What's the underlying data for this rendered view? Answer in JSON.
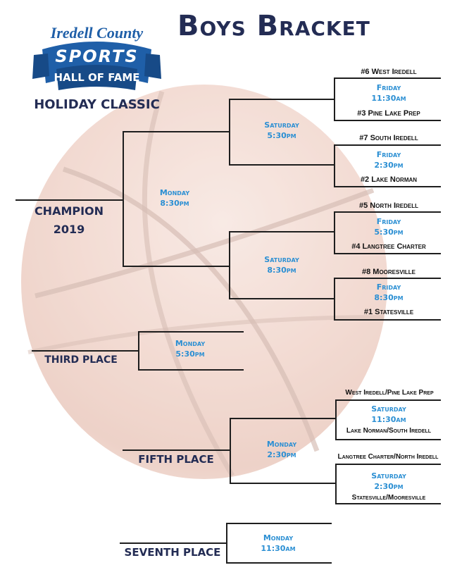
{
  "title": "Boys Bracket",
  "logo": {
    "line1": "Iredell County",
    "line2": "SPORTS",
    "line3": "HALL OF FAME",
    "subtitle": "HOLIDAY CLASSIC"
  },
  "colors": {
    "navy": "#232c54",
    "blue": "#2b8fd3",
    "logo_blue": "#1f5fa8"
  },
  "friday_games": [
    {
      "top": "#6 West Iredell",
      "day": "Friday",
      "time": "11:30am",
      "bottom": "#3 Pine Lake Prep"
    },
    {
      "top": "#7 South Iredell",
      "day": "Friday",
      "time": "2:30pm",
      "bottom": "#2 Lake Norman"
    },
    {
      "top": "#5 North Iredell",
      "day": "Friday",
      "time": "5:30pm",
      "bottom": "#4 Langtree Charter"
    },
    {
      "top": "#8 Mooresville",
      "day": "Friday",
      "time": "8:30pm",
      "bottom": "#1 Statesville"
    }
  ],
  "semifinals": [
    {
      "day": "Saturday",
      "time": "5:30pm"
    },
    {
      "day": "Saturday",
      "time": "8:30pm"
    }
  ],
  "championship": {
    "day": "Monday",
    "time": "8:30pm",
    "label": "CHAMPION",
    "year": "2019"
  },
  "third_place": {
    "day": "Monday",
    "time": "5:30pm",
    "label": "THIRD PLACE"
  },
  "consolation": [
    {
      "top": "West Iredell/Pine Lake Prep",
      "day": "Saturday",
      "time": "11:30am",
      "bottom": "Lake Norman/South Iredell"
    },
    {
      "top": "Langtree Charter/North Iredell",
      "day": "Saturday",
      "time": "2:30pm",
      "bottom": "Statesville/Mooresville"
    }
  ],
  "fifth_place": {
    "day": "Monday",
    "time": "2:30pm",
    "label": "FIFTH PLACE"
  },
  "seventh_place": {
    "day": "Monday",
    "time": "11:30am",
    "label": "SEVENTH PLACE"
  }
}
